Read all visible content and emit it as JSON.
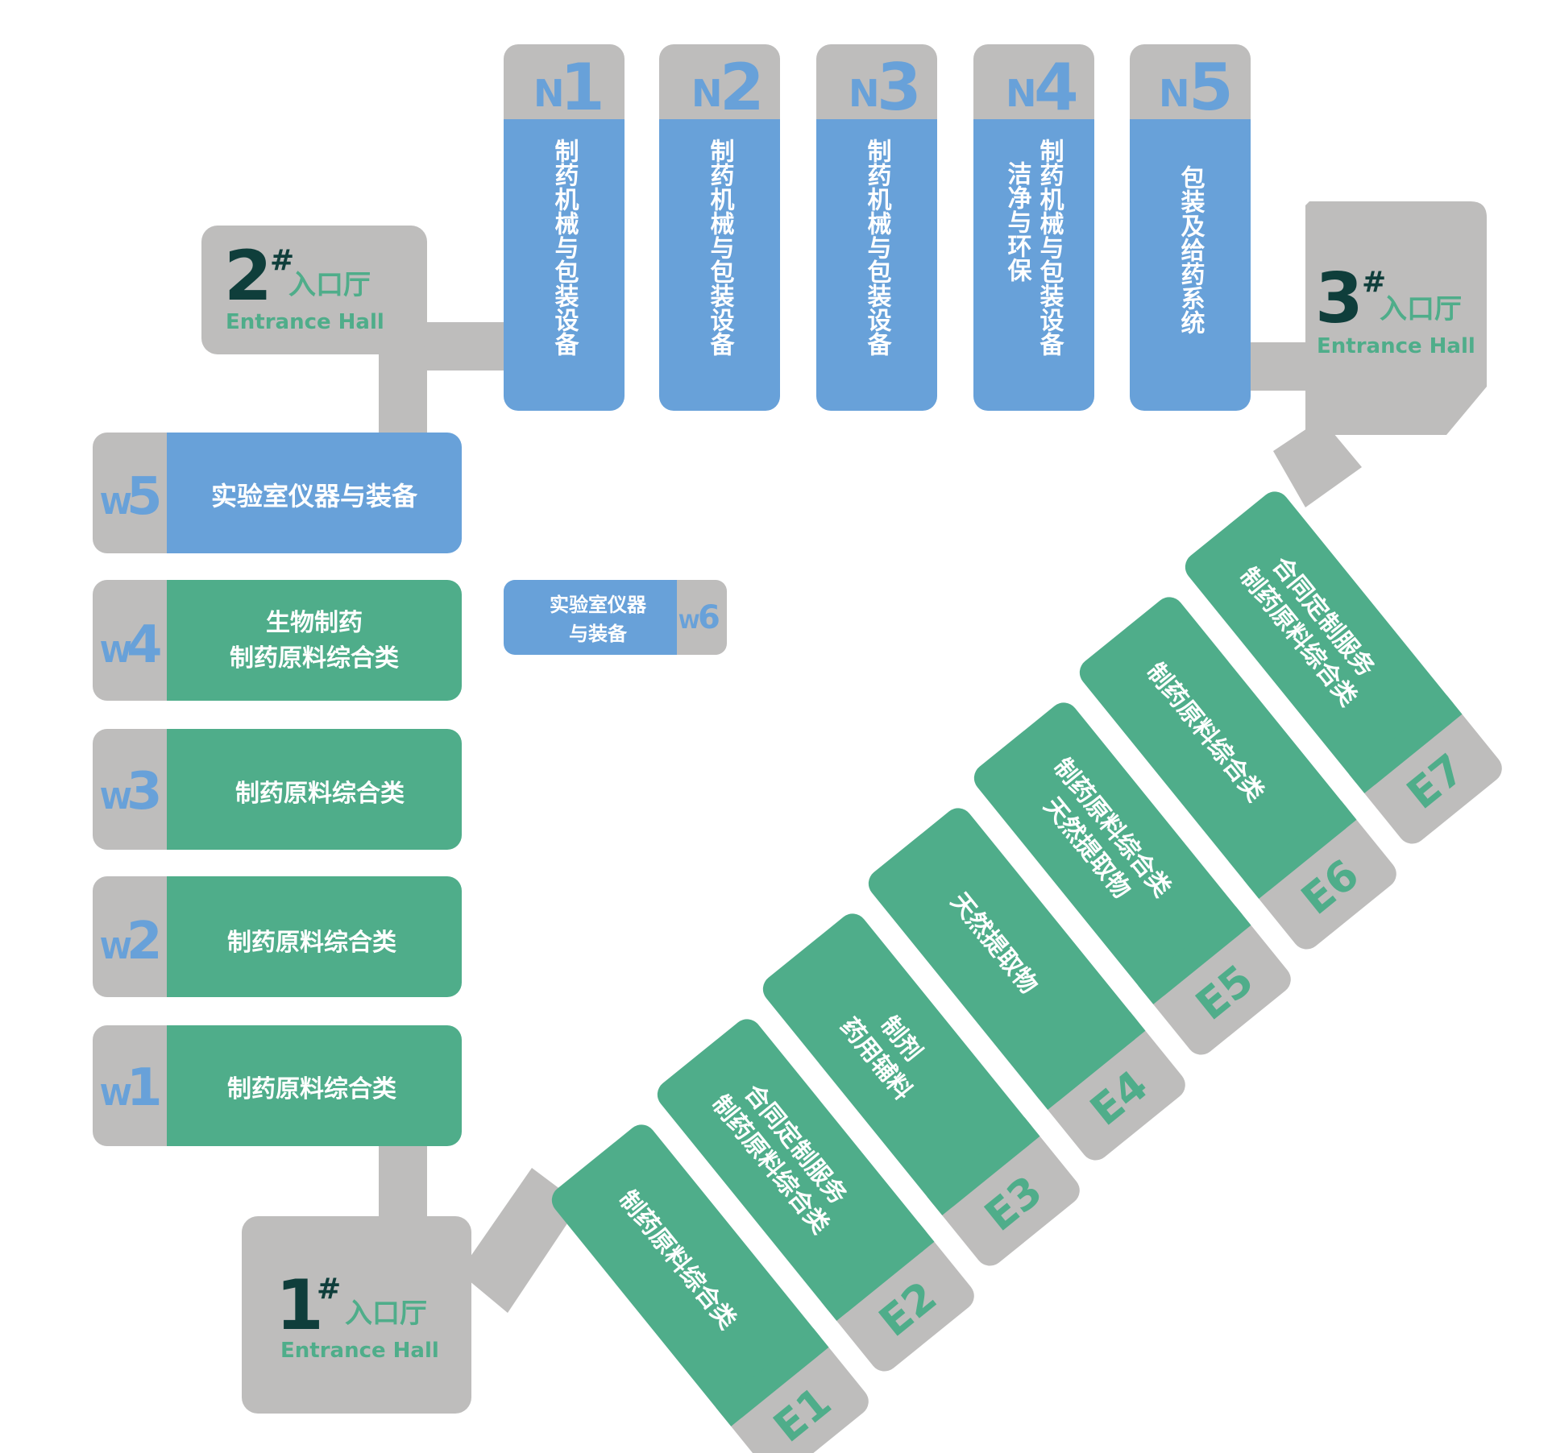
{
  "halls": {
    "h1": {
      "num": "1",
      "sup": "#",
      "cn": "入口厅",
      "en": "Entrance Hall"
    },
    "h2": {
      "num": "2",
      "sup": "#",
      "cn": "入口厅",
      "en": "Entrance Hall"
    },
    "h3": {
      "num": "3",
      "sup": "#",
      "cn": "入口厅",
      "en": "Entrance Hall"
    }
  },
  "north": [
    {
      "code_letter": "N",
      "code_num": "1",
      "label_lines": [
        "制药机械与包装设备"
      ]
    },
    {
      "code_letter": "N",
      "code_num": "2",
      "label_lines": [
        "制药机械与包装设备"
      ]
    },
    {
      "code_letter": "N",
      "code_num": "3",
      "label_lines": [
        "制药机械与包装设备"
      ]
    },
    {
      "code_letter": "N",
      "code_num": "4",
      "label_lines": [
        "制药机械与包装设备",
        "洁净与环保"
      ]
    },
    {
      "code_letter": "N",
      "code_num": "5",
      "label_lines": [
        "包装及给药系统"
      ]
    }
  ],
  "west": [
    {
      "code_letter": "W",
      "code_num": "5",
      "label_lines": [
        "实验室仪器与装备"
      ]
    },
    {
      "code_letter": "W",
      "code_num": "4",
      "label_lines": [
        "生物制药",
        "制药原料综合类"
      ]
    },
    {
      "code_letter": "W",
      "code_num": "3",
      "label_lines": [
        "制药原料综合类"
      ]
    },
    {
      "code_letter": "W",
      "code_num": "2",
      "label_lines": [
        "制药原料综合类"
      ]
    },
    {
      "code_letter": "W",
      "code_num": "1",
      "label_lines": [
        "制药原料综合类"
      ]
    }
  ],
  "w6": {
    "code_letter": "W",
    "code_num": "6",
    "label_lines": [
      "实验室仪器",
      "与装备"
    ]
  },
  "east": [
    {
      "code": "E1",
      "label_lines": [
        "制药原料综合类"
      ]
    },
    {
      "code": "E2",
      "label_lines": [
        "合同定制服务",
        "制药原料综合类"
      ]
    },
    {
      "code": "E3",
      "label_lines": [
        "制剂",
        "药用辅料"
      ]
    },
    {
      "code": "E4",
      "label_lines": [
        "天然提取物"
      ]
    },
    {
      "code": "E5",
      "label_lines": [
        "制药原料综合类",
        "天然提取物"
      ]
    },
    {
      "code": "E6",
      "label_lines": [
        "制药原料综合类"
      ]
    },
    {
      "code": "E7",
      "label_lines": [
        "合同定制服务",
        "制药原料综合类"
      ]
    }
  ]
}
